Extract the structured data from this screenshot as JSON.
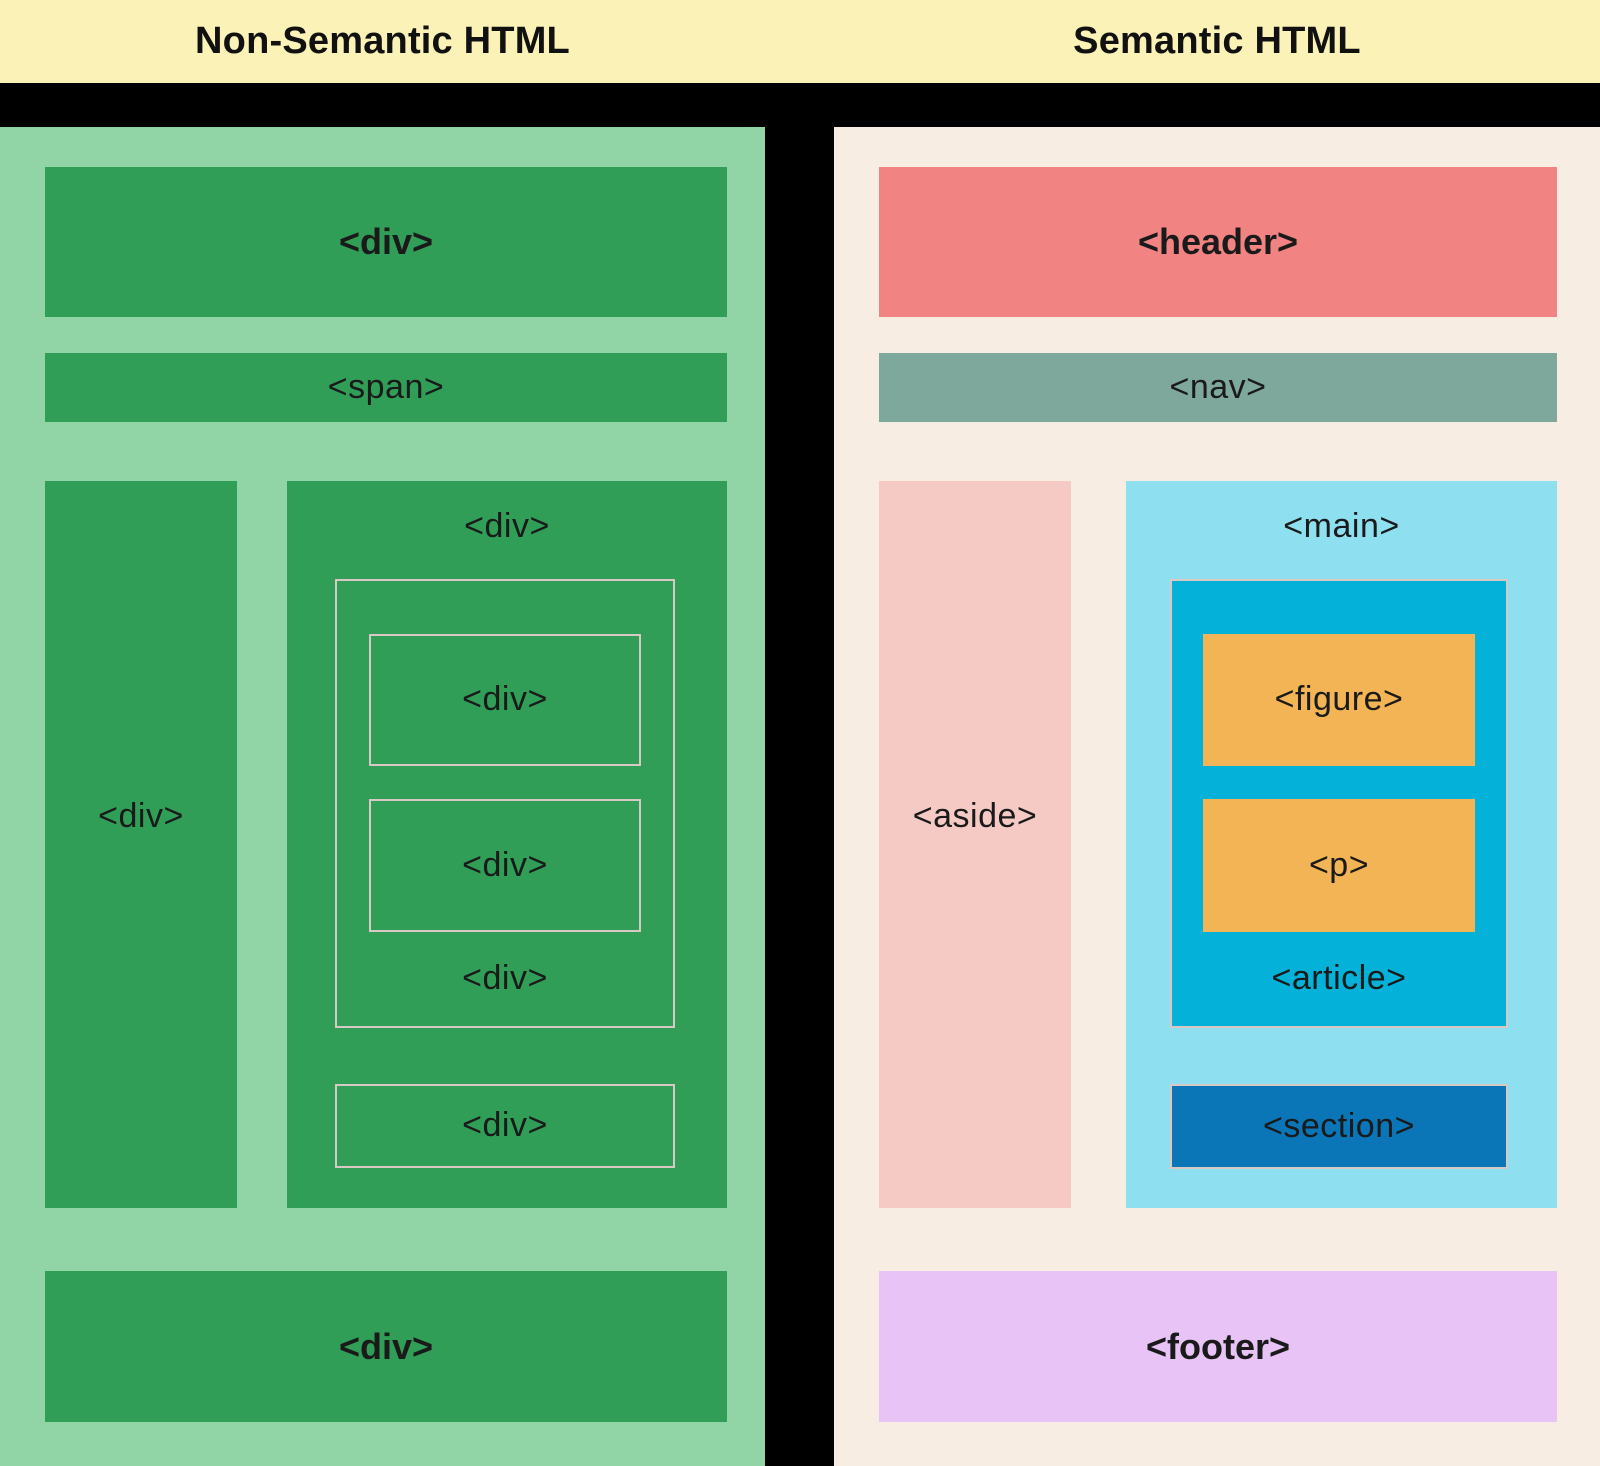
{
  "palette": {
    "page_bg": "#000000",
    "banner_bg": "#FAF2B6",
    "left_panel_bg": "#91D5A6",
    "left_block_bg": "#319E58",
    "right_panel_bg": "#F7EDE2",
    "header_bg": "#F28383",
    "nav_bg": "#7FA89D",
    "aside_bg": "#F6CAC4",
    "main_bg": "#8EDFF0",
    "article_bg": "#04B1D9",
    "figure_bg": "#F3B456",
    "p_bg": "#F3B456",
    "section_bg": "#0A75B7",
    "footer_bg": "#E7C3F6",
    "box_border": "#D9C8C3",
    "label_color": "#1a1a1a"
  },
  "banner": {
    "left_title": "Non-Semantic HTML",
    "right_title": "Semantic HTML"
  },
  "left": {
    "header_label": "<div>",
    "span_label": "<span>",
    "sidebar_label": "<div>",
    "content_label": "<div>",
    "nested": {
      "inner1_label": "<div>",
      "inner2_label": "<div>",
      "wrapper_label": "<div>",
      "small_label": "<div>"
    },
    "footer_label": "<div>"
  },
  "right": {
    "header_label": "<header>",
    "nav_label": "<nav>",
    "aside_label": "<aside>",
    "main_label": "<main>",
    "article_label": "<article>",
    "figure_label": "<figure>",
    "p_label": "<p>",
    "section_label": "<section>",
    "footer_label": "<footer>"
  }
}
